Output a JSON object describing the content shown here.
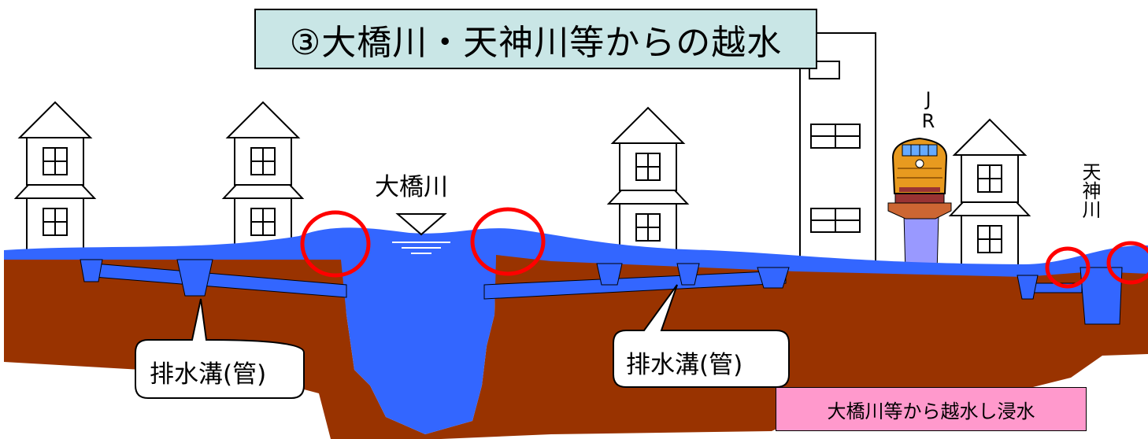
{
  "title": "③大橋川・天神川等からの越水",
  "labels": {
    "river_main": "大橋川",
    "river_small": "天神川",
    "railway": "JR"
  },
  "callouts": [
    {
      "text": "排水溝(管)"
    },
    {
      "text": "排水溝(管)"
    }
  ],
  "note": "大橋川等から越水し浸水",
  "colors": {
    "water": "#3366ff",
    "soil": "#993300",
    "title_bg": "#c9e6e6",
    "note_bg": "#ff99cc",
    "overflow_marker": "#ff0000",
    "train": "#e89a1f",
    "pillar": "#9999ff"
  }
}
